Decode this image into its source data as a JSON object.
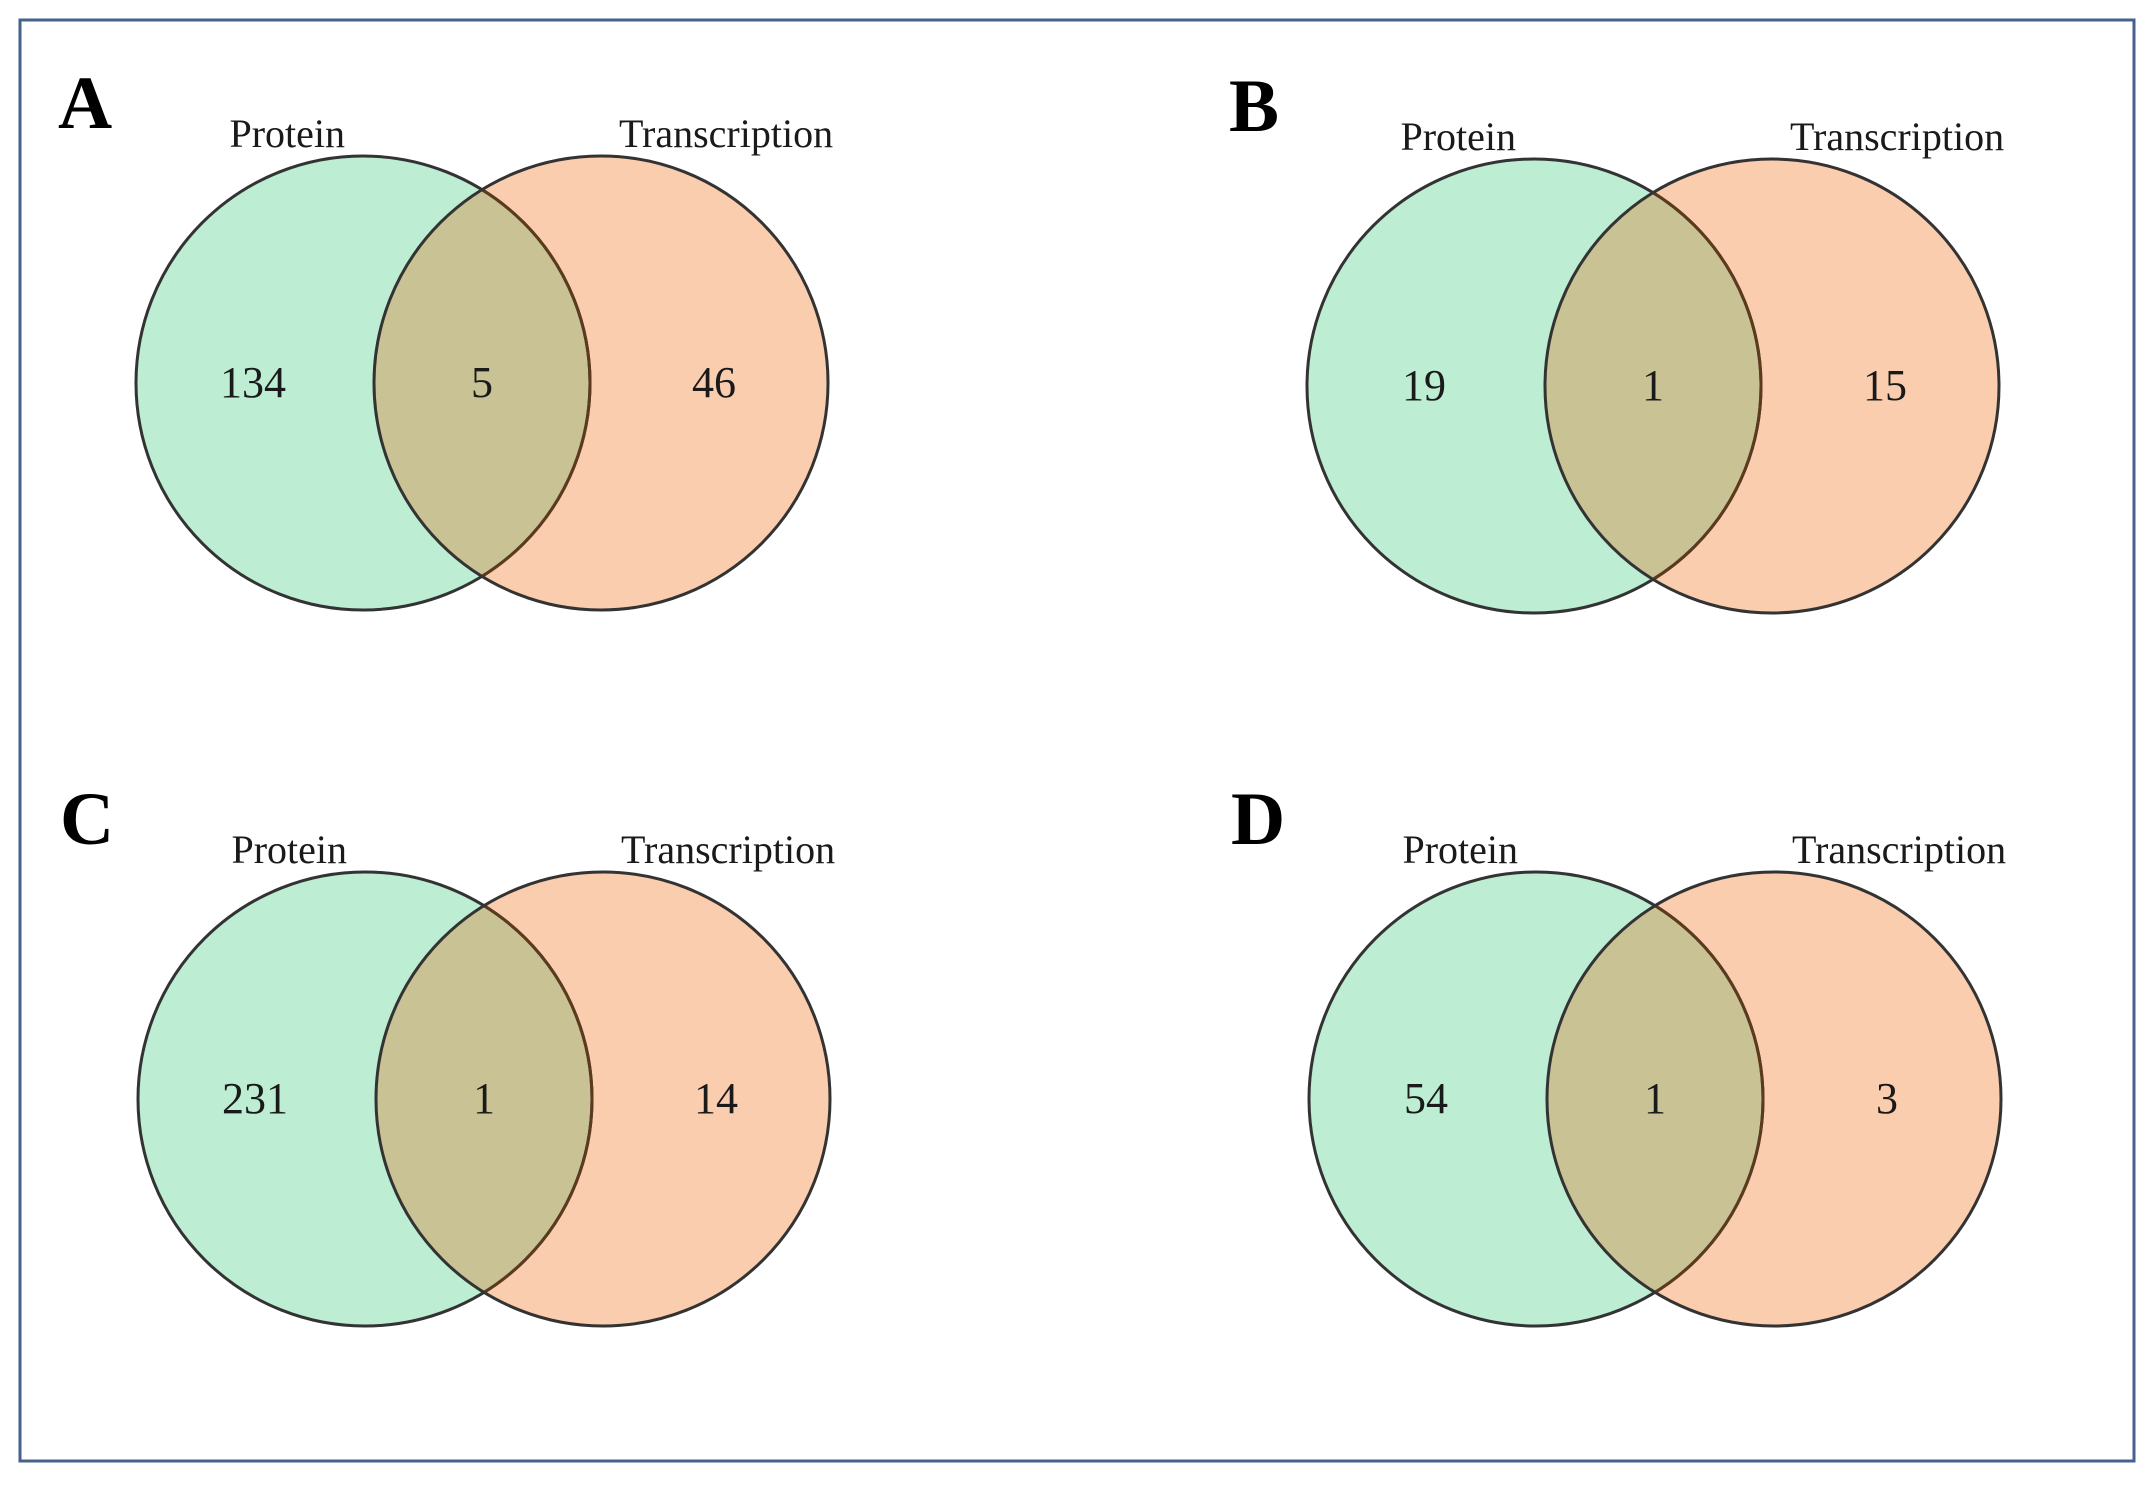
{
  "figure": {
    "background": "#ffffff",
    "border_color": "#46618E",
    "description": "Four two-set Venn diagrams labeled A, B, C, D comparing Protein and Transcription sets"
  },
  "colors": {
    "protein_fill": "#BDEDD3",
    "transcription_fill": "#FACDAE",
    "overlap_fill": "#C9C295",
    "outline": "#333333",
    "overlap_edge_brown": "#5C3A1E",
    "text": "#1A1A1A"
  },
  "chart_data": [
    {
      "type": "venn",
      "panel": "A",
      "sets": [
        "Protein",
        "Transcription"
      ],
      "values": {
        "protein_only": 134,
        "overlap": 5,
        "transcription_only": 46
      }
    },
    {
      "type": "venn",
      "panel": "B",
      "sets": [
        "Protein",
        "Transcription"
      ],
      "values": {
        "protein_only": 19,
        "overlap": 1,
        "transcription_only": 15
      }
    },
    {
      "type": "venn",
      "panel": "C",
      "sets": [
        "Protein",
        "Transcription"
      ],
      "values": {
        "protein_only": 231,
        "overlap": 1,
        "transcription_only": 14
      }
    },
    {
      "type": "venn",
      "panel": "D",
      "sets": [
        "Protein",
        "Transcription"
      ],
      "values": {
        "protein_only": 54,
        "overlap": 1,
        "transcription_only": 3
      }
    }
  ]
}
